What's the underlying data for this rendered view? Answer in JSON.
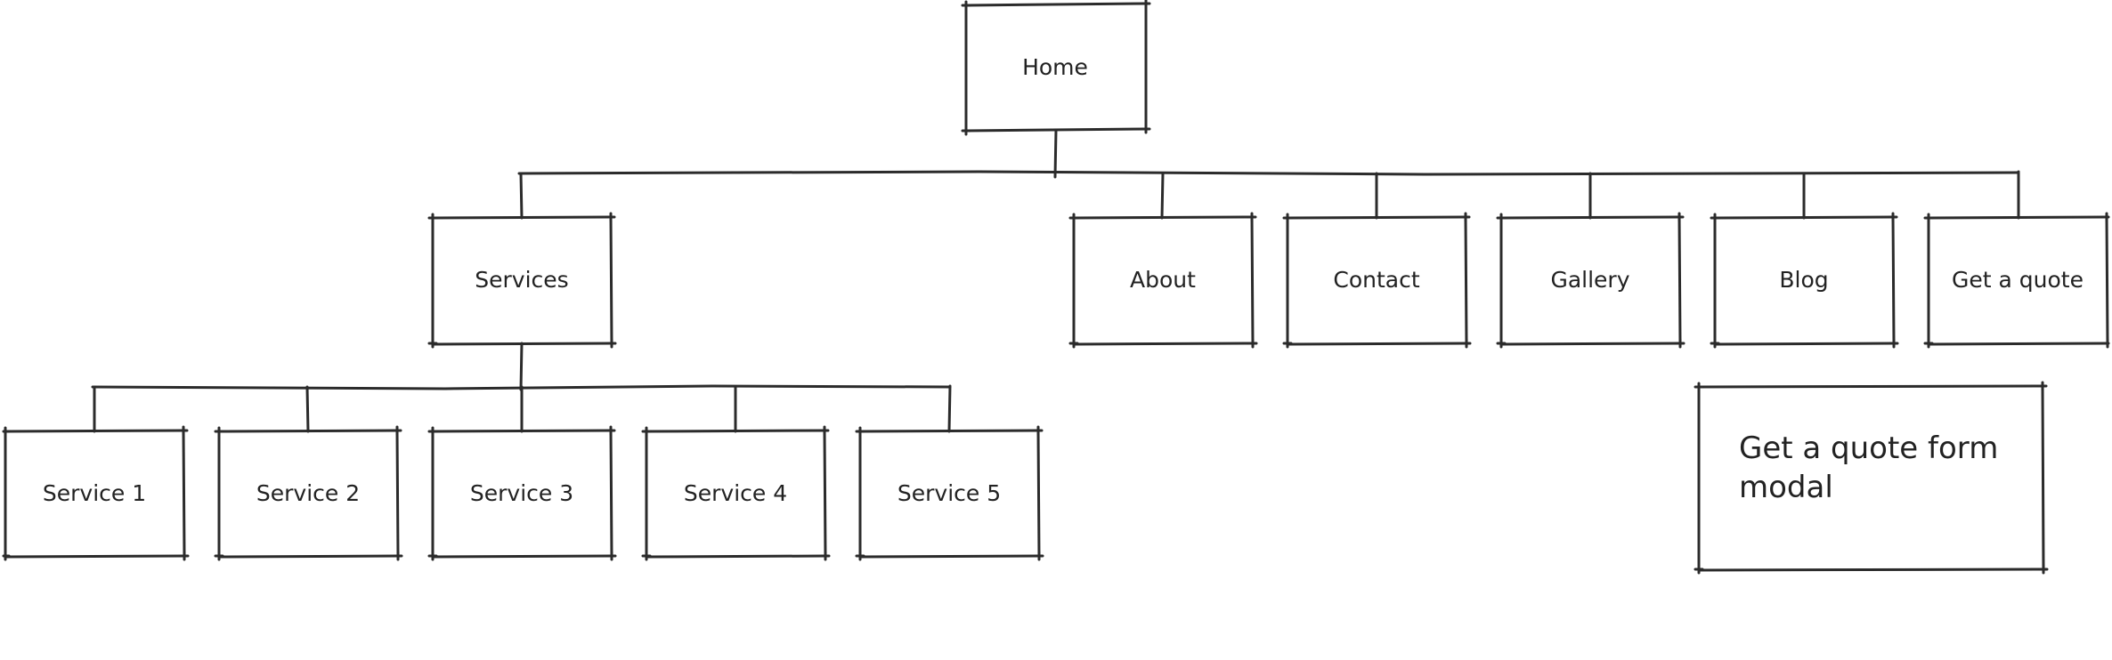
{
  "sitemap": {
    "root": {
      "label": "Home"
    },
    "level1": [
      {
        "label": "Services"
      },
      {
        "label": "About"
      },
      {
        "label": "Contact"
      },
      {
        "label": "Gallery"
      },
      {
        "label": "Blog"
      },
      {
        "label": "Get a quote"
      }
    ],
    "services_children": [
      {
        "label": "Service 1"
      },
      {
        "label": "Service 2"
      },
      {
        "label": "Service 3"
      },
      {
        "label": "Service 4"
      },
      {
        "label": "Service 5"
      }
    ],
    "note": {
      "text": "Get a quote form modal"
    }
  },
  "colors": {
    "stroke": "#2b2b2b",
    "text": "#222222",
    "background": "#ffffff"
  }
}
